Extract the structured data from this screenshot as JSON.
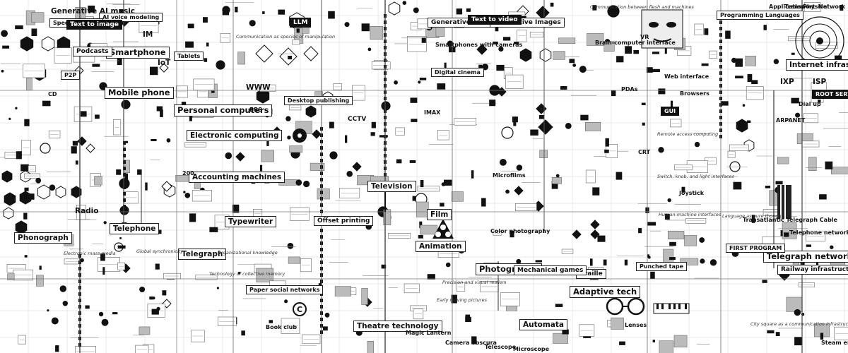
{
  "colors": {
    "ink": "#111111",
    "paper": "#ffffff",
    "grid": "#d6d6d6"
  },
  "labels": {
    "generative_ai_music": "Generative AI music",
    "smartphone": "Smartphone",
    "podcasts": "Podcasts",
    "mobile_phone": "Mobile phone",
    "personal_computers": "Personal computers",
    "electronic_computing": "Electronic computing",
    "accounting_machines": "Accounting machines",
    "telephone": "Telephone",
    "phonograph": "Phonograph",
    "radio": "Radio",
    "telegraph": "Telegraph",
    "typewriter": "Typewriter",
    "offset_printing": "Offset printing",
    "theatre_technology": "Theatre technology",
    "television": "Television",
    "film": "Film",
    "animation": "Animation",
    "photography": "Photography",
    "automata": "Automata",
    "adaptive_tech": "Adaptive tech",
    "braille": "Braille",
    "mechanical_games": "Mechanical games",
    "telegraph_networks": "Telegraph networks",
    "railway_infrastructure": "Railway infrastructure",
    "internet_infrastructure": "Internet infrastructure",
    "programming_languages": "Programming Languages",
    "generative_video": "Generative Video",
    "generative_images": "Generative Images",
    "www": "WWW",
    "llm": "LLM",
    "iot": "IoT",
    "im": "IM",
    "cctv": "CCTV",
    "gui": "GUI",
    "imax": "IMAX",
    "ixp": "IXP",
    "isp": "ISP",
    "arpanet": "ARPANET",
    "desktop_publishing": "Desktop publishing",
    "digital_cinema": "Digital cinema",
    "smartphones_with_cameras": "Smartphones with cameras",
    "microfilms": "Microfilms",
    "punched_tape": "Punched tape",
    "telephone_networks": "Telephone networks",
    "transatlantic_telegraph_cable": "Transatlantic Telegraph Cable",
    "microscope": "Microscope",
    "telescope": "Telescope",
    "magic_lantern": "Magic Lantern",
    "camera_obscura": "Camera obscura",
    "color_photography": "Color photography",
    "book_club": "Book club",
    "paper_social_networks": "Paper social networks",
    "brain_computer_interface": "Brain-computer interface",
    "web_interface": "Web interface",
    "browsers": "Browsers",
    "tablets": "Tablets",
    "p2p": "P2P",
    "cd": "CD",
    "root_servers": "ROOT SERVERS",
    "dial_up": "Dial up",
    "bbs": "BBS",
    "crt": "CRT",
    "joystick": "Joystick",
    "vr": "VR",
    "pdas": "PDAs",
    "first_program": "FIRST PROGRAM",
    "lenses": "Lenses",
    "ai_voice_modeling": "AI voice modeling",
    "speech_to_text": "Speech to text",
    "text_to_image": "Text to image",
    "text_to_video": "Text to video",
    "num_200": "200",
    "electronic_mass_media": "Electronic mass media",
    "global_synchronicity": "Global synchronicity",
    "communication_between_flesh_and_machines": "Communication between flesh and machines",
    "communication_as_species_of_manipulation": "Communication as species of manipulation",
    "early_moving_pictures": "Early moving pictures",
    "precision_and_visual_realism": "Precision and visual realism",
    "language_as_pure_thought": "Language as pure thought",
    "remote_access_computing": "Remote access computing",
    "switch_knob_and_light_interfaces": "Switch, knob, and light interfaces",
    "human_machine_interfaces": "Human-machine interfaces",
    "technology_of_collective_memory": "Technology of collective memory",
    "organizational_knowledge": "Organizational knowledge",
    "city_square_as_medium": "City square as a communication infrastructure",
    "steam_engines": "Steam engines",
    "application": "Application",
    "transport": "Transport",
    "physical": "Physical",
    "network": "Network"
  }
}
